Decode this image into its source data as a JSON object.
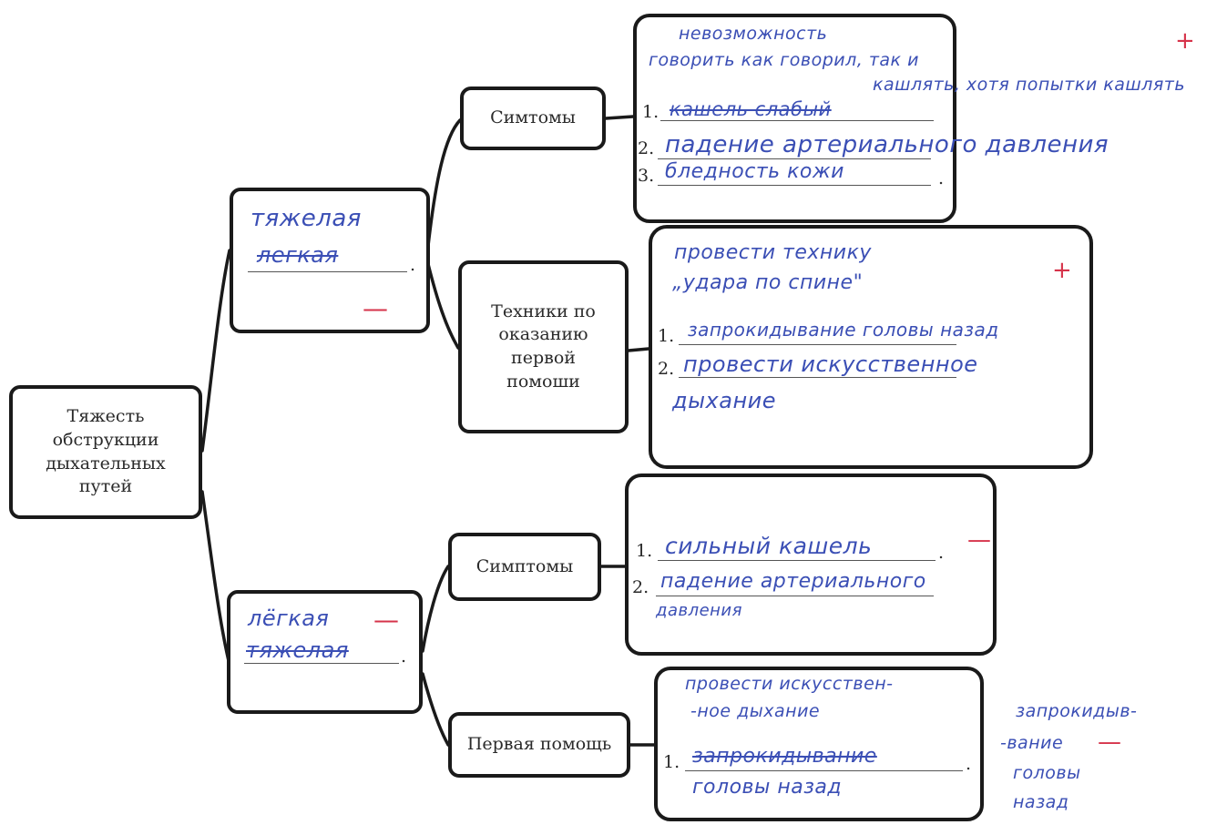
{
  "root": {
    "label": "Тяжесть\nобструкции\nдыхательных\nпутей"
  },
  "upper": {
    "degree": {
      "line1": "тяжелая",
      "line2": "легкая"
    },
    "symptoms": {
      "label": "Симтомы",
      "intro1": "невозможность",
      "intro2": "говорить как говорил, так и",
      "intro3": "кашлять, хотя попытки кашлять",
      "items": [
        {
          "n": "1.",
          "text": "кашель слабый"
        },
        {
          "n": "2.",
          "text": "падение артериального давления"
        },
        {
          "n": "3.",
          "text": "бледность кожи"
        }
      ]
    },
    "firstaid": {
      "label": "Техники по\nоказанию\nпервой\nпомоши",
      "intro1": "провести технику",
      "intro2": "„удара по спине\"",
      "items": [
        {
          "n": "1.",
          "text": "запрокидывание головы назад"
        },
        {
          "n": "2.",
          "text": "провести искусственное"
        }
      ],
      "cont": "дыхание",
      "mark_plus": "+"
    },
    "mark_plus": "+",
    "mark_minus": "—"
  },
  "lower": {
    "degree": {
      "line1": "лёгкая",
      "line2": "тяжелая"
    },
    "symptoms": {
      "label": "Симптомы",
      "items": [
        {
          "n": "1.",
          "text": "сильный кашель"
        },
        {
          "n": "2.",
          "text": "падение артериального"
        }
      ],
      "cont": "давления",
      "mark_minus": "—"
    },
    "firstaid": {
      "label": "Первая помощь",
      "intro1": "провести искусствен-",
      "intro2": "-ное дыхание",
      "items": [
        {
          "n": "1.",
          "text": "запрокидывание"
        }
      ],
      "cont": "головы назад",
      "note1": "запрокидыв-",
      "note2": "-вание",
      "note3": "головы",
      "note4": "назад",
      "mark_minus": "—"
    },
    "mark_minus": "—"
  }
}
